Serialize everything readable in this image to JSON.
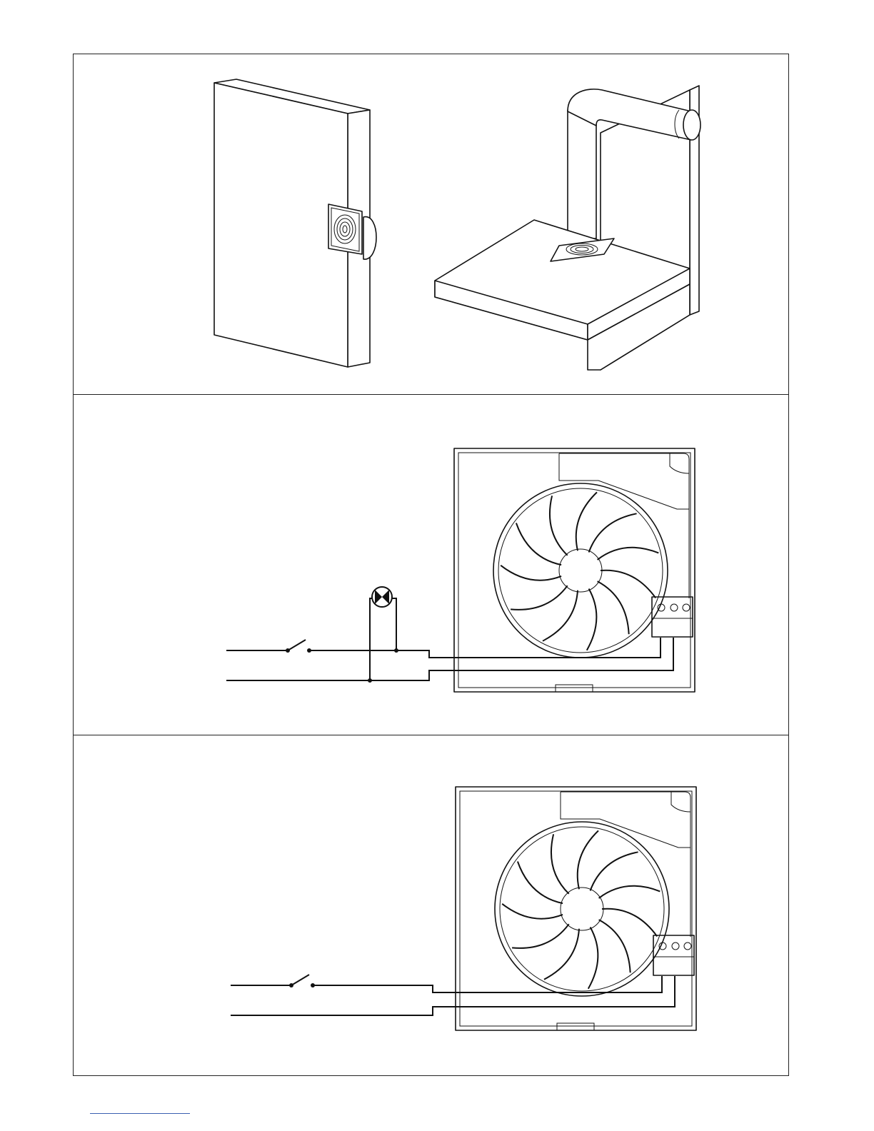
{
  "figure": {
    "panels": [
      {
        "name": "installation-views",
        "items": [
          "wall-mount",
          "ceiling-mount"
        ]
      },
      {
        "name": "wiring-with-indicator-lamp",
        "terminals": 3
      },
      {
        "name": "wiring-with-switch",
        "terminals": 3
      }
    ],
    "colors": {
      "line": "#111111",
      "background": "#ffffff",
      "footer_rule": "#3a5fb0"
    }
  }
}
